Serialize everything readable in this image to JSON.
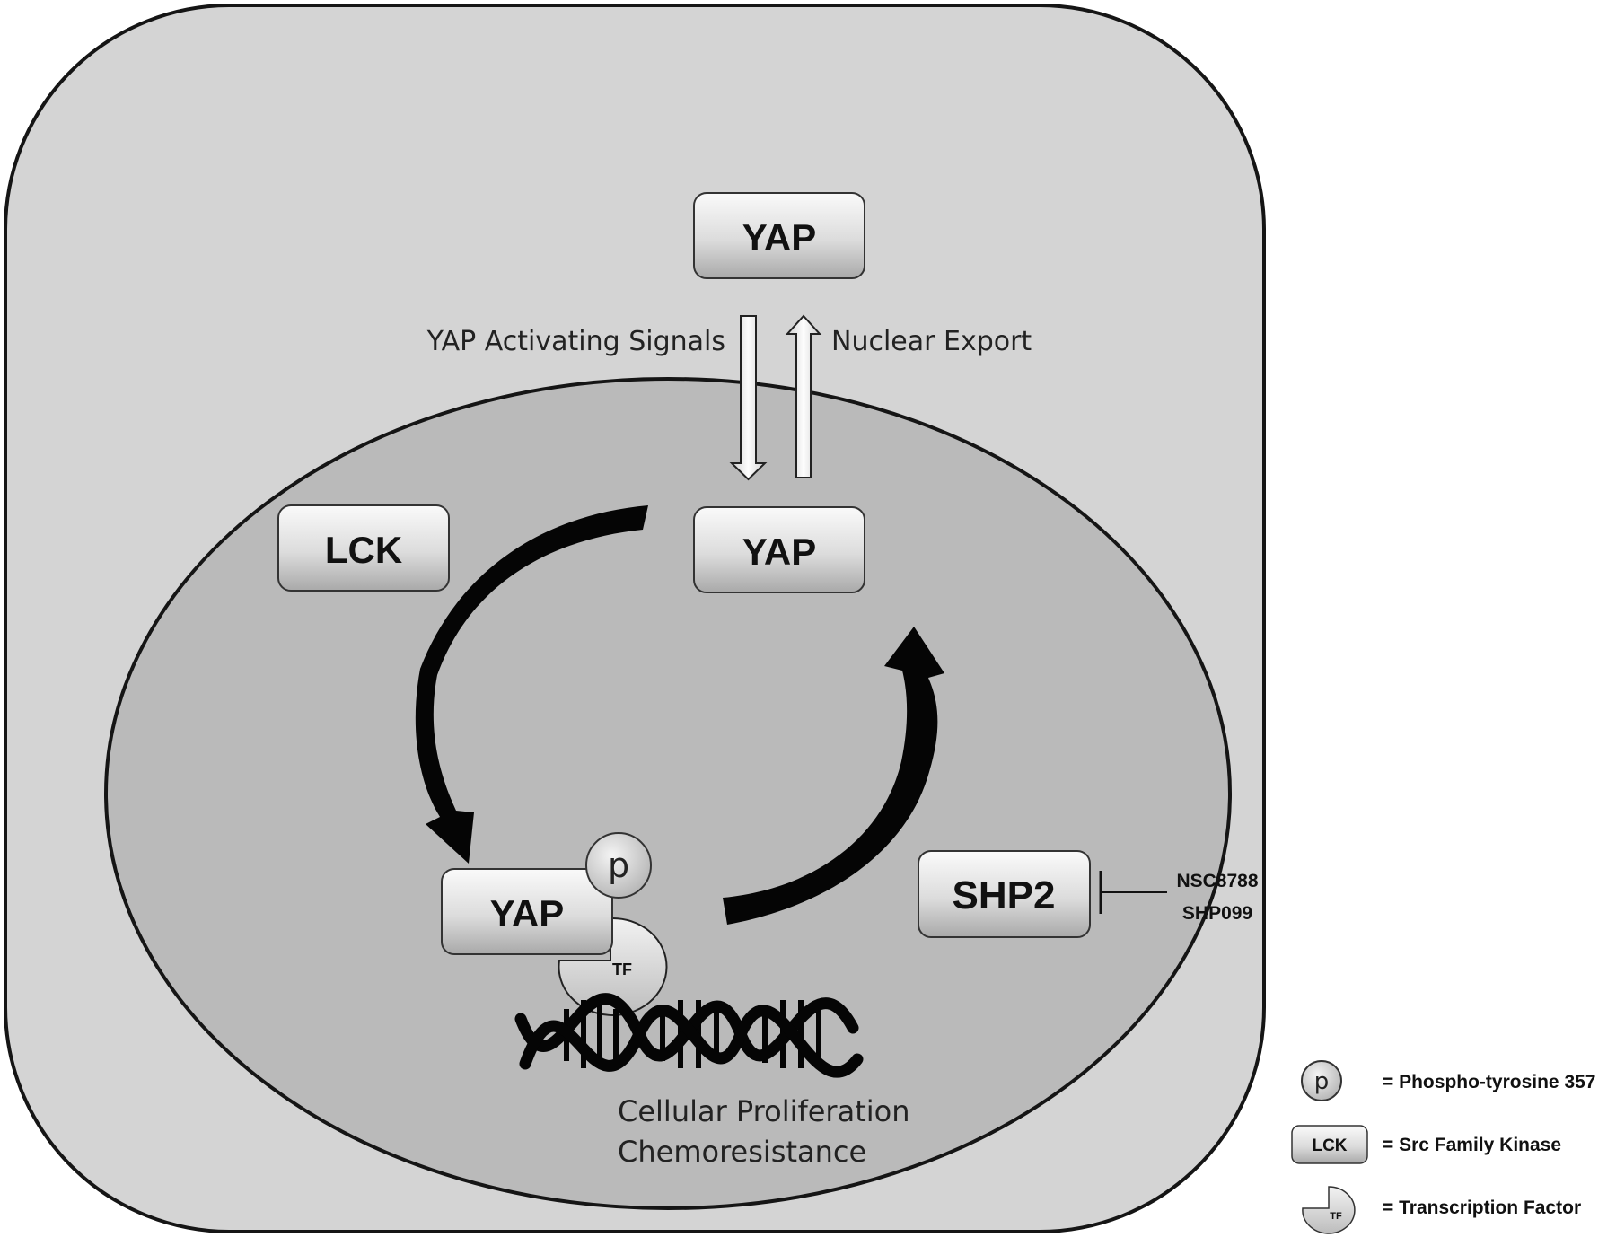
{
  "boxes": {
    "yap_cytoplasm": "YAP",
    "yap_nucleus": "YAP",
    "lck": "LCK",
    "yap_phospho": "YAP",
    "shp2": "SHP2"
  },
  "phospho_label": "p",
  "tf_label": "TF",
  "arrows": {
    "import_label": "YAP Activating Signals",
    "export_label": "Nuclear Export"
  },
  "inhibitors": [
    "NSC8788",
    "SHP099"
  ],
  "outcomes": [
    "Cellular Proliferation",
    "Chemoresistance"
  ],
  "legend": [
    {
      "symbol": "p",
      "text": "= Phospho-tyrosine 357"
    },
    {
      "symbol": "LCK",
      "text": "= Src Family Kinase"
    },
    {
      "symbol": "TF",
      "text": "= Transcription Factor"
    }
  ]
}
